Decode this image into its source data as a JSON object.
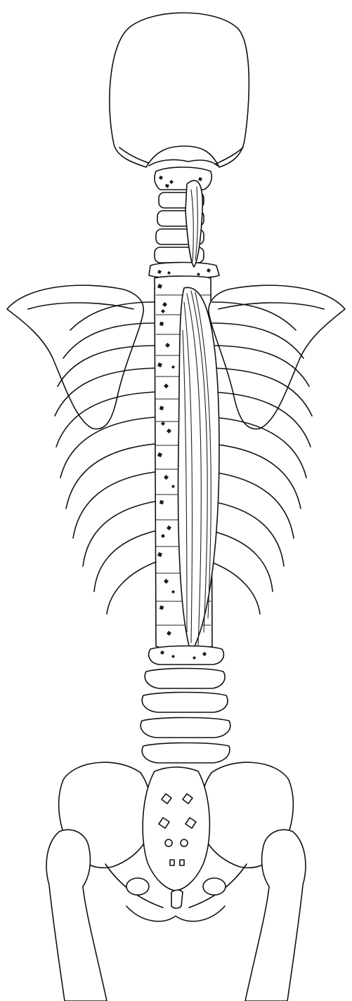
{
  "figure": {
    "structures": [
      "skull",
      "cervical-spine",
      "thoracic-spine",
      "lumbar-spine",
      "sacrum",
      "coccyx",
      "scapula-left",
      "scapula-right",
      "rib-cage",
      "pelvis",
      "femur-left",
      "femur-right",
      "spinal-muscle"
    ],
    "colors": {
      "line": "#111111",
      "background": "#ffffff",
      "stipple": "#1a1a1a"
    },
    "labels": []
  }
}
